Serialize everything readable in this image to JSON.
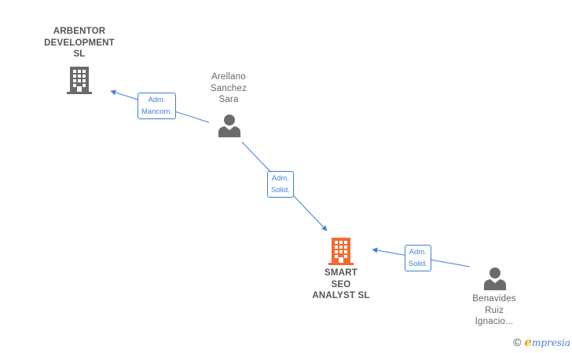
{
  "nodes": {
    "arbentor": {
      "lines": [
        "ARBENTOR",
        "DEVELOPMENT",
        "SL"
      ],
      "color": "#6b6b6b"
    },
    "arellano": {
      "lines": [
        "Arellano",
        "Sanchez",
        "Sara"
      ],
      "color": "#6b6b6b"
    },
    "smart": {
      "lines": [
        "SMART",
        "SEO",
        "ANALYST  SL"
      ],
      "color": "#f26a30"
    },
    "benavides": {
      "lines": [
        "Benavides",
        "Ruiz",
        "Ignacio..."
      ],
      "color": "#6b6b6b"
    }
  },
  "edges": {
    "arellano_to_arbentor": {
      "lines": [
        "Adm.",
        "Mancom."
      ]
    },
    "arellano_to_smart": {
      "lines": [
        "Adm.",
        "Solid."
      ]
    },
    "benavides_to_smart": {
      "lines": [
        "Adm.",
        "Solid."
      ]
    }
  },
  "colors": {
    "edge": "#3f7fd6",
    "person": "#6b6b6b",
    "company": "#6b6b6b",
    "main_company": "#f26a30"
  },
  "brand": {
    "copyright": "©",
    "logo_initial": "e",
    "logo_rest": "mpresia"
  }
}
